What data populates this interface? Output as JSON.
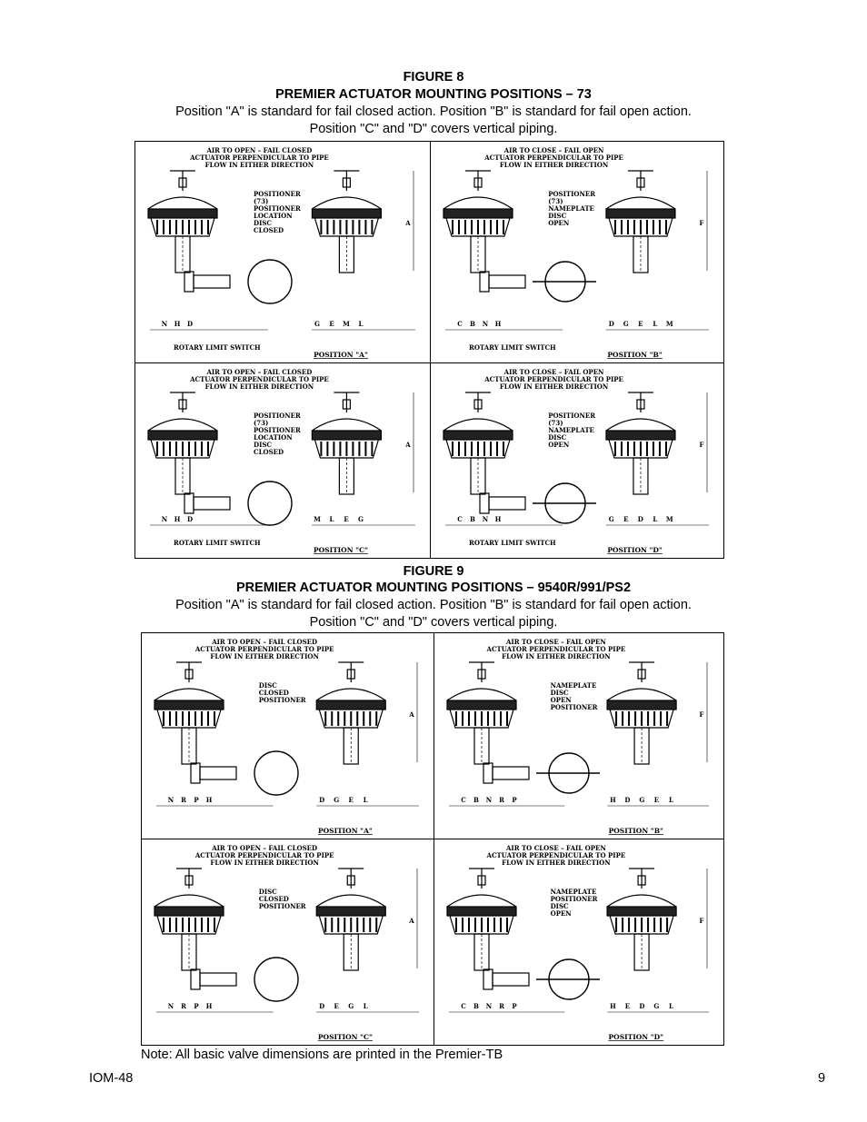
{
  "figure8": {
    "number": "FIGURE 8",
    "title": "PREMIER ACTUATOR MOUNTING POSITIONS – 73",
    "desc1": "Position \"A\" is standard for fail closed action. Position \"B\" is standard for fail open action.",
    "desc2": "Position \"C\" and \"D\" covers vertical piping.",
    "panels": [
      {
        "header": [
          "AIR TO OPEN – FAIL CLOSED",
          "ACTUATOR PERPENDICULAR TO PIPE",
          "FLOW IN EITHER DIRECTION"
        ],
        "position_label": "POSITION \"A\"",
        "callouts": [
          "POSITIONER",
          "(73)",
          "POSITIONER",
          "LOCATION",
          "DISC",
          "CLOSED",
          "ROTARY LIMIT SWITCH"
        ],
        "dims": [
          "A",
          "N",
          "H",
          "D",
          "G",
          "E",
          "M",
          "L"
        ]
      },
      {
        "header": [
          "AIR TO CLOSE – FAIL OPEN",
          "ACTUATOR PERPENDICULAR TO PIPE",
          "FLOW IN EITHER DIRECTION"
        ],
        "position_label": "POSITION \"B\"",
        "callouts": [
          "POSITIONER",
          "(73)",
          "NAMEPLATE",
          "DISC",
          "OPEN",
          "ROTARY LIMIT SWITCH"
        ],
        "dims": [
          "F",
          "C",
          "B",
          "N",
          "H",
          "D",
          "G",
          "E",
          "L",
          "M"
        ]
      },
      {
        "header": [
          "AIR TO OPEN – FAIL CLOSED",
          "ACTUATOR PERPENDICULAR TO PIPE",
          "FLOW IN EITHER DIRECTION"
        ],
        "position_label": "POSITION \"C\"",
        "callouts": [
          "POSITIONER",
          "(73)",
          "POSITIONER",
          "LOCATION",
          "DISC",
          "CLOSED",
          "ROTARY LIMIT SWITCH"
        ],
        "dims": [
          "A",
          "N",
          "H",
          "D",
          "M",
          "L",
          "E",
          "G"
        ]
      },
      {
        "header": [
          "AIR TO CLOSE – FAIL OPEN",
          "ACTUATOR PERPENDICULAR TO PIPE",
          "FLOW IN EITHER DIRECTION"
        ],
        "position_label": "POSITION \"D\"",
        "callouts": [
          "POSITIONER",
          "(73)",
          "NAMEPLATE",
          "DISC",
          "OPEN",
          "ROTARY LIMIT SWITCH"
        ],
        "dims": [
          "F",
          "C",
          "B",
          "N",
          "H",
          "G",
          "E",
          "D",
          "L",
          "M"
        ]
      }
    ]
  },
  "figure9": {
    "number": "FIGURE 9",
    "title": "PREMIER ACTUATOR MOUNTING POSITIONS – 9540R/991/PS2",
    "desc1": "Position \"A\" is standard for fail closed action. Position \"B\" is standard for fail open action.",
    "desc2": "Position \"C\" and \"D\" covers vertical piping.",
    "panels": [
      {
        "header": [
          "AIR TO OPEN – FAIL CLOSED",
          "ACTUATOR PERPENDICULAR TO PIPE",
          "FLOW IN EITHER DIRECTION"
        ],
        "position_label": "POSITION \"A\"",
        "callouts": [
          "DISC",
          "CLOSED",
          "POSITIONER"
        ],
        "dims": [
          "A",
          "N",
          "R",
          "P",
          "H",
          "D",
          "G",
          "E",
          "L"
        ]
      },
      {
        "header": [
          "AIR TO CLOSE – FAIL OPEN",
          "ACTUATOR PERPENDICULAR TO PIPE",
          "FLOW IN EITHER DIRECTION"
        ],
        "position_label": "POSITION \"B\"",
        "callouts": [
          "NAMEPLATE",
          "DISC",
          "OPEN",
          "POSITIONER"
        ],
        "dims": [
          "F",
          "C",
          "B",
          "N",
          "R",
          "P",
          "H",
          "D",
          "G",
          "E",
          "L"
        ]
      },
      {
        "header": [
          "AIR TO OPEN – FAIL CLOSED",
          "ACTUATOR PERPENDICULAR TO PIPE",
          "FLOW IN EITHER DIRECTION"
        ],
        "position_label": "POSITION \"C\"",
        "callouts": [
          "DISC",
          "CLOSED",
          "POSITIONER"
        ],
        "dims": [
          "A",
          "N",
          "R",
          "P",
          "H",
          "D",
          "E",
          "G",
          "L"
        ]
      },
      {
        "header": [
          "AIR TO CLOSE – FAIL OPEN",
          "ACTUATOR PERPENDICULAR TO PIPE",
          "FLOW IN EITHER DIRECTION"
        ],
        "position_label": "POSITION \"D\"",
        "callouts": [
          "NAMEPLATE",
          "POSITIONER",
          "DISC",
          "OPEN"
        ],
        "dims": [
          "F",
          "C",
          "B",
          "N",
          "R",
          "P",
          "H",
          "E",
          "D",
          "G",
          "L"
        ]
      }
    ]
  },
  "note": "Note: All basic valve dimensions are printed in the Premier-TB",
  "footer": {
    "doc_id": "IOM-48",
    "page_number": "9"
  }
}
